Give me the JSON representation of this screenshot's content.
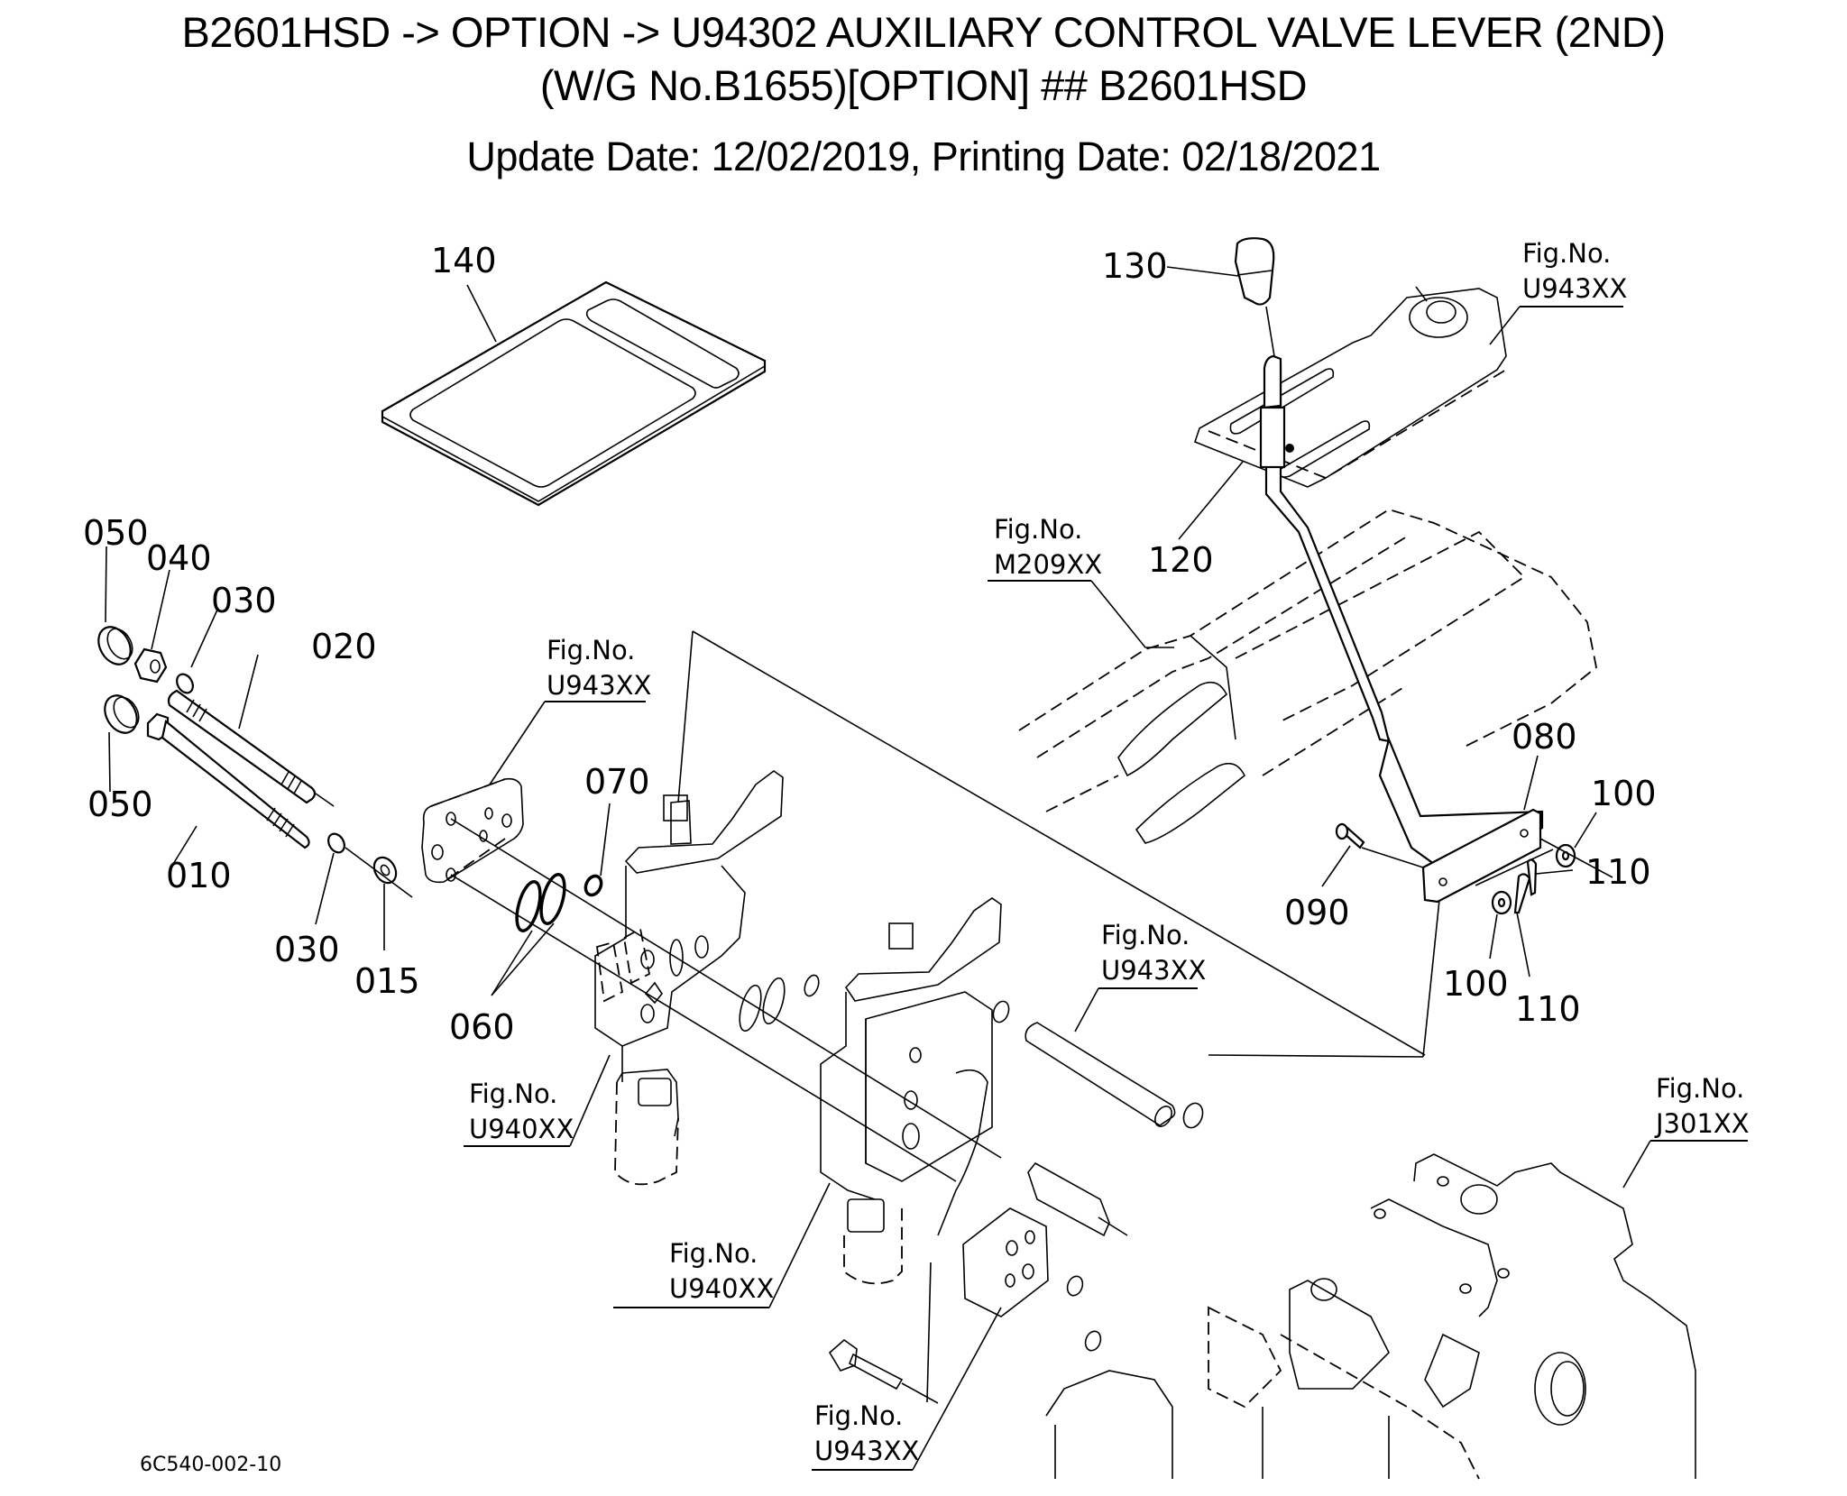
{
  "header": {
    "title_line1": "B2601HSD -> OPTION -> U94302 AUXILIARY CONTROL VALVE LEVER (2ND)",
    "title_line2": "(W/G No.B1655)[OPTION] ## B2601HSD",
    "dates": "Update Date: 12/02/2019, Printing Date: 02/18/2021"
  },
  "diagram": {
    "drawing_code": "6C540-002-10",
    "part_labels": {
      "p010": "010",
      "p015": "015",
      "p020": "020",
      "p030a": "030",
      "p030b": "030",
      "p040": "040",
      "p050a": "050",
      "p050b": "050",
      "p060": "060",
      "p070": "070",
      "p080": "080",
      "p090": "090",
      "p100a": "100",
      "p100b": "100",
      "p110a": "110",
      "p110b": "110",
      "p120": "120",
      "p130": "130",
      "p140": "140"
    },
    "figure_refs": [
      {
        "prefix": "Fig.No.",
        "code": "U943XX"
      },
      {
        "prefix": "Fig.No.",
        "code": "M209XX"
      },
      {
        "prefix": "Fig.No.",
        "code": "U943XX"
      },
      {
        "prefix": "Fig.No.",
        "code": "U943XX"
      },
      {
        "prefix": "Fig.No.",
        "code": "U940XX"
      },
      {
        "prefix": "Fig.No.",
        "code": "U940XX"
      },
      {
        "prefix": "Fig.No.",
        "code": "J301XX"
      },
      {
        "prefix": "Fig.No.",
        "code": "U943XX"
      }
    ]
  }
}
